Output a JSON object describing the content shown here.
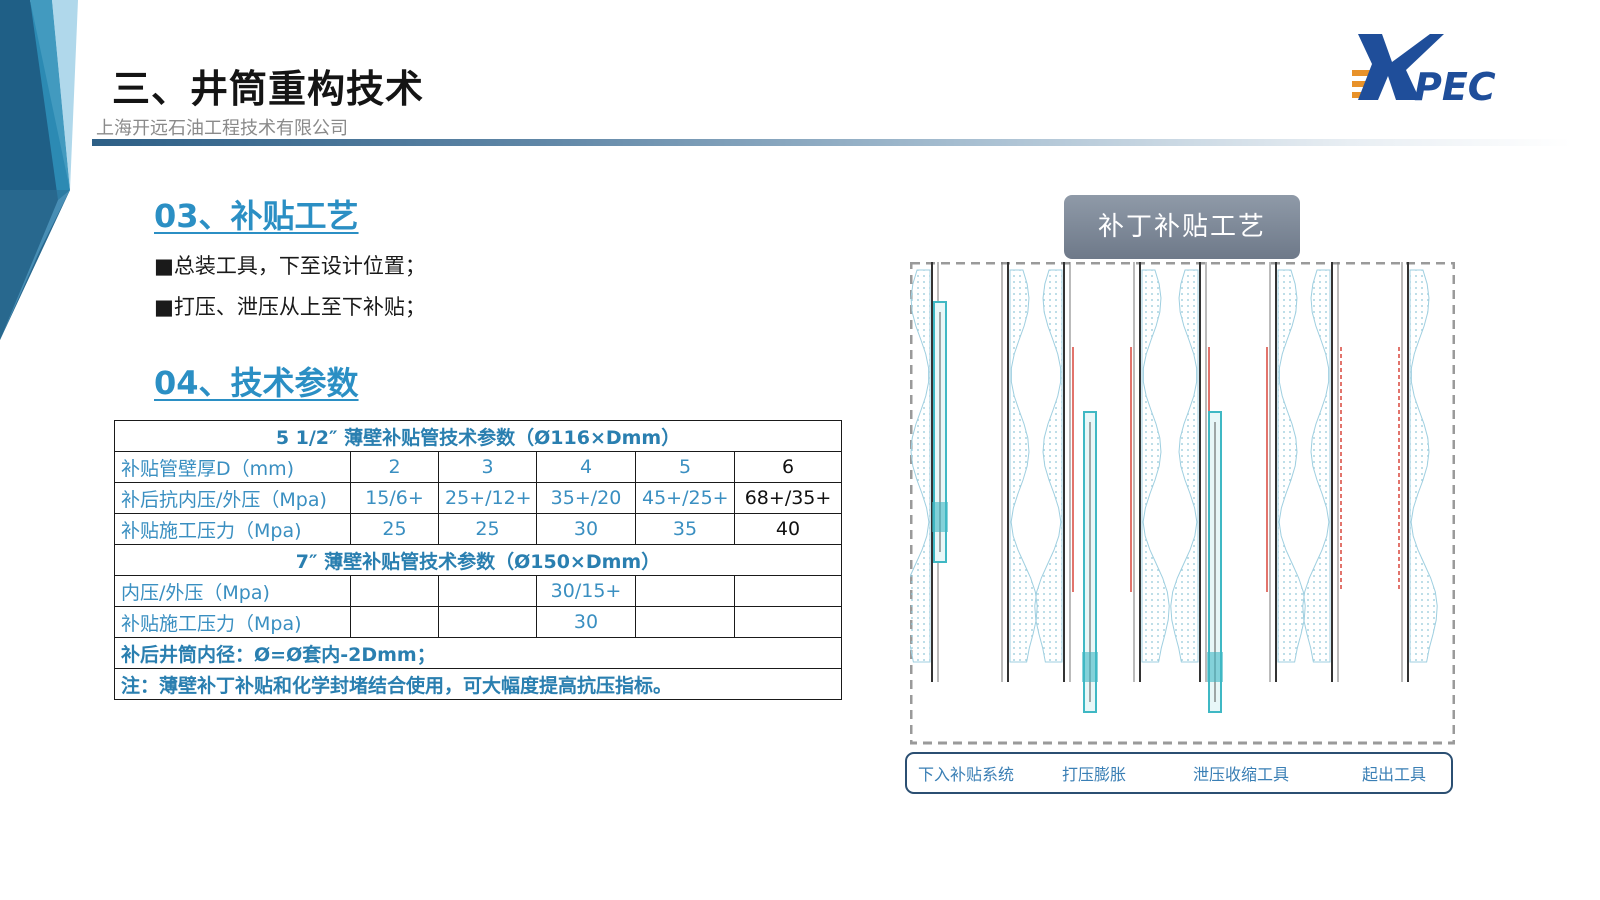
{
  "header": {
    "title": "三、井筒重构技术",
    "company": "上海开远石油工程技术有限公司",
    "logo_text": "PEC"
  },
  "section03": {
    "heading": "03、补贴工艺",
    "bullets": [
      "■总装工具，下至设计位置；",
      "■打压、泄压从上至下补贴；"
    ]
  },
  "section04": {
    "heading": "04、技术参数"
  },
  "table": {
    "t1_title": "5 1/2″ 薄壁补贴管技术参数（Ø116×Dmm）",
    "t1_rows": [
      {
        "label": "补贴管壁厚D（mm)",
        "values": [
          "2",
          "3",
          "4",
          "5",
          "6"
        ]
      },
      {
        "label": "补后抗内压/外压（Mpa)",
        "values": [
          "15/6+",
          "25+/12+",
          "35+/20",
          "45+/25+",
          "68+/35+"
        ]
      },
      {
        "label": "补贴施工压力（Mpa)",
        "values": [
          "25",
          "25",
          "30",
          "35",
          "40"
        ]
      }
    ],
    "t2_title": "7″ 薄壁补贴管技术参数（Ø150×Dmm）",
    "t2_rows": [
      {
        "label": "内压/外压（Mpa)",
        "values": [
          "",
          "",
          "30/15+",
          "",
          ""
        ]
      },
      {
        "label": "补贴施工压力（Mpa)",
        "values": [
          "",
          "",
          "30",
          "",
          ""
        ]
      }
    ],
    "note1": "补后井筒内径：Ø=Ø套内-2Dmm；",
    "note2": "注：薄壁补丁补贴和化学封堵结合使用，可大幅度提高抗压指标。"
  },
  "process": {
    "button_label": "补丁补贴工艺",
    "steps": [
      "下入补贴系统",
      "打压膨胀",
      "泄压收缩工具",
      "起出工具"
    ]
  },
  "colors": {
    "accent": "#2b8fc4",
    "table_text": "#3a8fc1",
    "rule_dark": "#2d5f86",
    "logo_blue": "#1f4e9a",
    "logo_orange": "#e8922a",
    "patch_red": "#d8463c",
    "tool_cyan": "#3fb8c4"
  }
}
